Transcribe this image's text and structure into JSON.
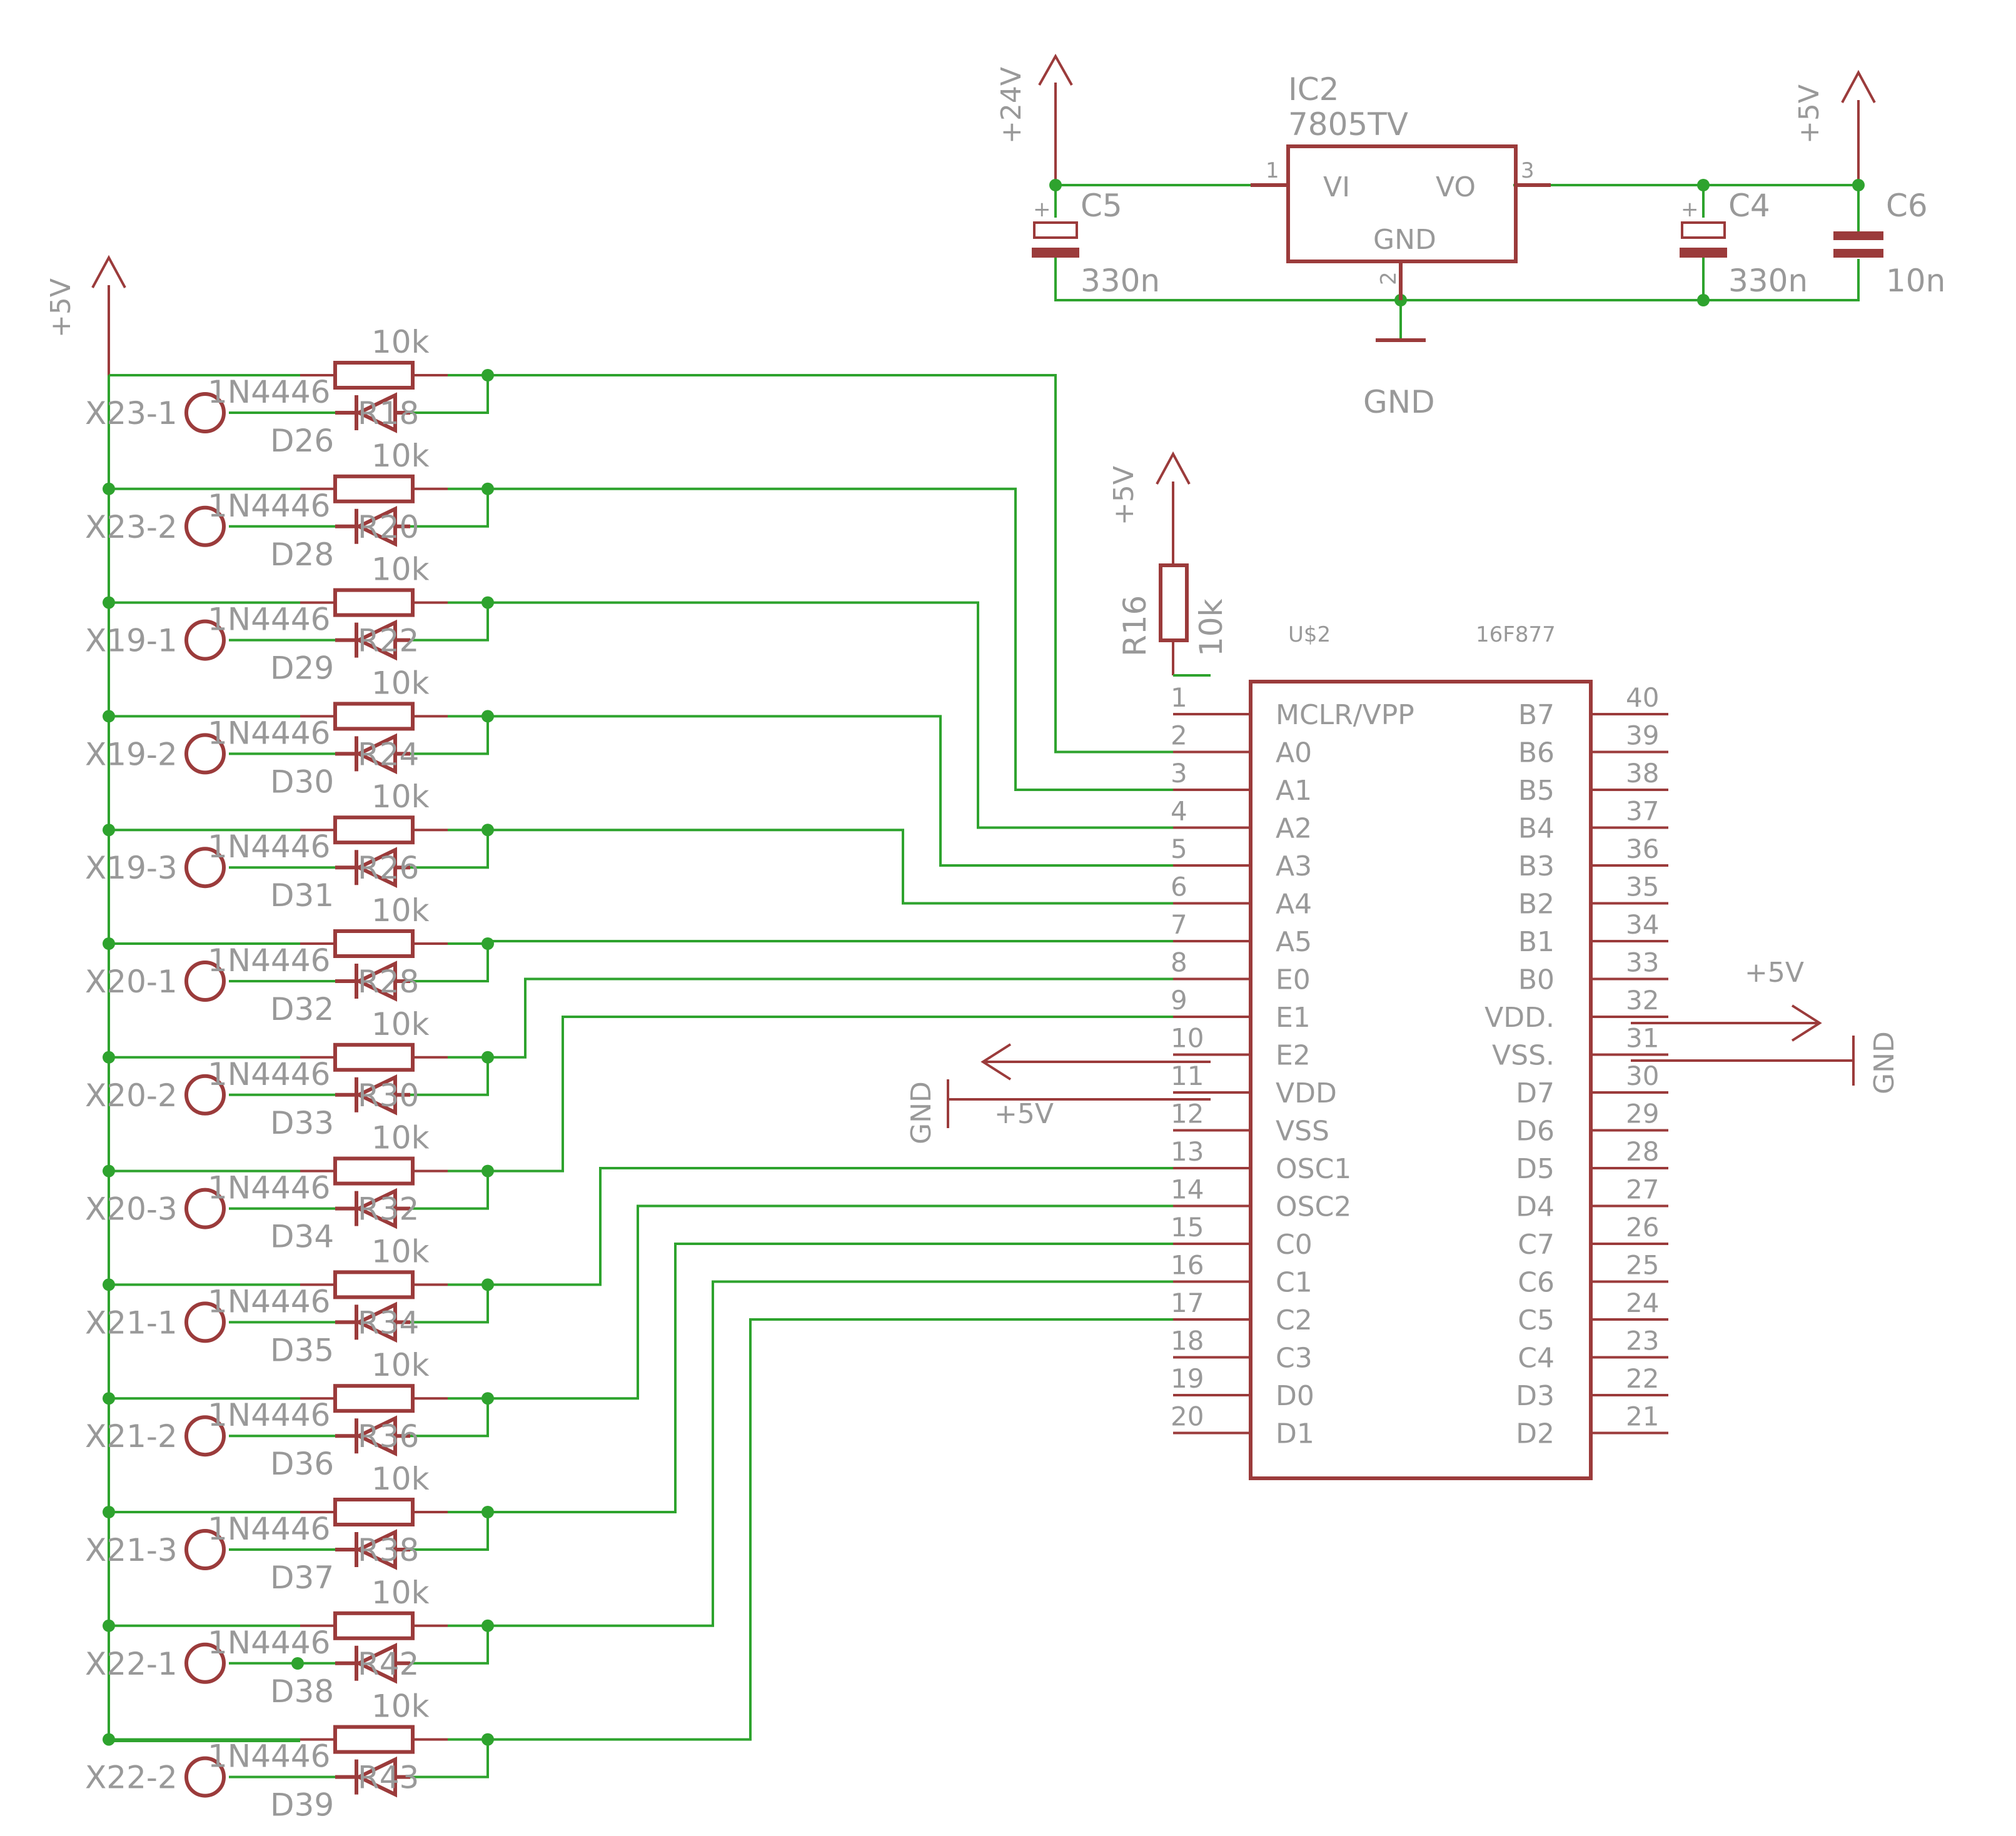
{
  "supply": {
    "plus5v": "+5V",
    "plus24v": "+24V",
    "gnd": "GND"
  },
  "regulator": {
    "name": "IC2",
    "value": "7805TV",
    "pin_vi": "VI",
    "pin_vo": "VO",
    "pin_gnd": "GND",
    "pin1": "1",
    "pin2": "2",
    "pin3": "3"
  },
  "caps": [
    {
      "name": "C5",
      "value": "330n"
    },
    {
      "name": "C4",
      "value": "330n"
    },
    {
      "name": "C6",
      "value": "10n"
    }
  ],
  "pullup": {
    "name": "R16",
    "value": "10k"
  },
  "mcu": {
    "name": "U$2",
    "value": "16F877",
    "left_pins": [
      {
        "num": "1",
        "name": "MCLR/VPP"
      },
      {
        "num": "2",
        "name": "A0"
      },
      {
        "num": "3",
        "name": "A1"
      },
      {
        "num": "4",
        "name": "A2"
      },
      {
        "num": "5",
        "name": "A3"
      },
      {
        "num": "6",
        "name": "A4"
      },
      {
        "num": "7",
        "name": "A5"
      },
      {
        "num": "8",
        "name": "E0"
      },
      {
        "num": "9",
        "name": "E1"
      },
      {
        "num": "10",
        "name": "E2"
      },
      {
        "num": "11",
        "name": "VDD"
      },
      {
        "num": "12",
        "name": "VSS"
      },
      {
        "num": "13",
        "name": "OSC1"
      },
      {
        "num": "14",
        "name": "OSC2"
      },
      {
        "num": "15",
        "name": "C0"
      },
      {
        "num": "16",
        "name": "C1"
      },
      {
        "num": "17",
        "name": "C2"
      },
      {
        "num": "18",
        "name": "C3"
      },
      {
        "num": "19",
        "name": "D0"
      },
      {
        "num": "20",
        "name": "D1"
      }
    ],
    "right_pins": [
      {
        "num": "40",
        "name": "B7"
      },
      {
        "num": "39",
        "name": "B6"
      },
      {
        "num": "38",
        "name": "B5"
      },
      {
        "num": "37",
        "name": "B4"
      },
      {
        "num": "36",
        "name": "B3"
      },
      {
        "num": "35",
        "name": "B2"
      },
      {
        "num": "34",
        "name": "B1"
      },
      {
        "num": "33",
        "name": "B0"
      },
      {
        "num": "32",
        "name": "VDD."
      },
      {
        "num": "31",
        "name": "VSS."
      },
      {
        "num": "30",
        "name": "D7"
      },
      {
        "num": "29",
        "name": "D6"
      },
      {
        "num": "28",
        "name": "D5"
      },
      {
        "num": "27",
        "name": "D4"
      },
      {
        "num": "26",
        "name": "C7"
      },
      {
        "num": "25",
        "name": "C6"
      },
      {
        "num": "24",
        "name": "C5"
      },
      {
        "num": "23",
        "name": "C4"
      },
      {
        "num": "22",
        "name": "D3"
      },
      {
        "num": "21",
        "name": "D2"
      }
    ]
  },
  "inputs": [
    {
      "connector": "X23-1",
      "resistor": "R18",
      "diode": "D26",
      "r_value": "10k",
      "d_value": "1N4446"
    },
    {
      "connector": "X23-2",
      "resistor": "R20",
      "diode": "D28",
      "r_value": "10k",
      "d_value": "1N4446"
    },
    {
      "connector": "X19-1",
      "resistor": "R22",
      "diode": "D29",
      "r_value": "10k",
      "d_value": "1N4446"
    },
    {
      "connector": "X19-2",
      "resistor": "R24",
      "diode": "D30",
      "r_value": "10k",
      "d_value": "1N4446"
    },
    {
      "connector": "X19-3",
      "resistor": "R26",
      "diode": "D31",
      "r_value": "10k",
      "d_value": "1N4446"
    },
    {
      "connector": "X20-1",
      "resistor": "R28",
      "diode": "D32",
      "r_value": "10k",
      "d_value": "1N4446"
    },
    {
      "connector": "X20-2",
      "resistor": "R30",
      "diode": "D33",
      "r_value": "10k",
      "d_value": "1N4446"
    },
    {
      "connector": "X20-3",
      "resistor": "R32",
      "diode": "D34",
      "r_value": "10k",
      "d_value": "1N4446"
    },
    {
      "connector": "X21-1",
      "resistor": "R34",
      "diode": "D35",
      "r_value": "10k",
      "d_value": "1N4446"
    },
    {
      "connector": "X21-2",
      "resistor": "R36",
      "diode": "D36",
      "r_value": "10k",
      "d_value": "1N4446"
    },
    {
      "connector": "X21-3",
      "resistor": "R38",
      "diode": "D37",
      "r_value": "10k",
      "d_value": "1N4446"
    },
    {
      "connector": "X22-1",
      "resistor": "R42",
      "diode": "D38",
      "r_value": "10k",
      "d_value": "1N4446"
    },
    {
      "connector": "X22-2",
      "resistor": "R43",
      "diode": "D39",
      "r_value": "10k",
      "d_value": "1N4446"
    }
  ],
  "colors": {
    "wire": "#2ea32e",
    "symbol": "#9b3b3b",
    "text": "#999999"
  }
}
